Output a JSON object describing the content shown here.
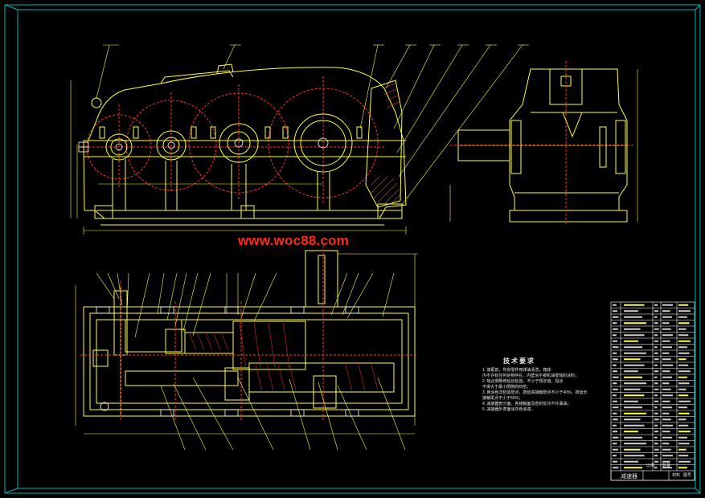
{
  "watermark": "www.woc88.com",
  "technical_requirements": {
    "title": "技术要求",
    "items": [
      "1. 装配前，所有零件用煤油清洗，箱体",
      "   内不许有任何杂物存在，内壁涂不被机油侵蚀的涂料；",
      "2. 啮合侧隙用铅丝检验，不小于规定值，铅丝",
      "   不得大于最小侧隙的四倍；",
      "3. 用涂色法检验斑点，按齿高接触斑点不小于40%，按齿长",
      "   接触斑点不小于50%；",
      "4. 减速器剖分面、各接触面及密封处均不许漏油；",
      "5. 减速器外表面涂灰色油漆。"
    ]
  },
  "title_block": {
    "name": "减速器",
    "cells": [
      "比例",
      "数量",
      "材料",
      "图号"
    ]
  },
  "colors": {
    "frame": "#00b4b4",
    "outline": "#ffff3c",
    "centerline": "#ff3030",
    "detail": "#ffffff",
    "leader": "#ffff3c",
    "watermark": "#ff2a1a"
  }
}
